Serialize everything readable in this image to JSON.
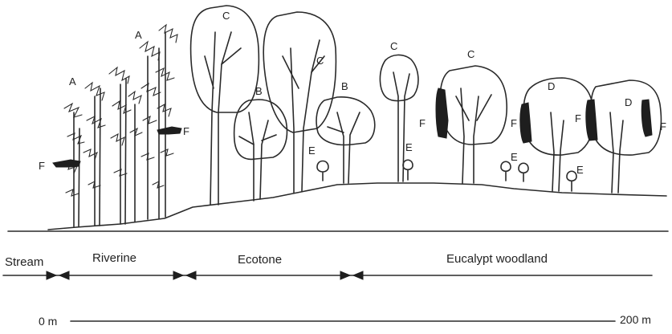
{
  "tree_labels": {
    "a": "A",
    "b": "B",
    "c": "C",
    "d": "D",
    "e": "E",
    "f": "F"
  },
  "zones": {
    "stream": "Stream",
    "riverine": "Riverine",
    "ecotone": "Ecotone",
    "woodland": "Eucalypt woodland"
  },
  "scale": {
    "start": "0 m",
    "end": "200 m"
  }
}
